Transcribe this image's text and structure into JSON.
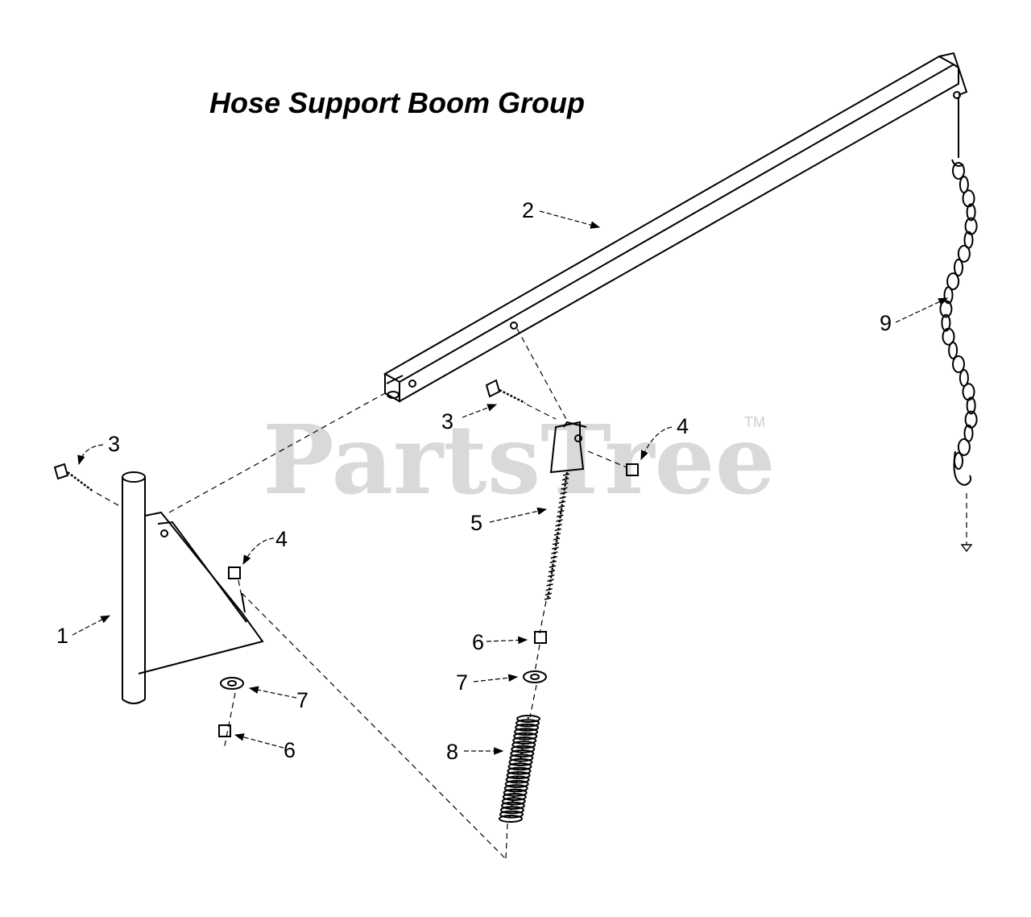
{
  "title": "Hose Support Boom Group",
  "watermark": "PartsTree",
  "watermark_mark": "TM",
  "callouts": [
    {
      "id": "c1",
      "label": "1"
    },
    {
      "id": "c2",
      "label": "2"
    },
    {
      "id": "c3a",
      "label": "3"
    },
    {
      "id": "c3b",
      "label": "3"
    },
    {
      "id": "c4a",
      "label": "4"
    },
    {
      "id": "c4b",
      "label": "4"
    },
    {
      "id": "c5",
      "label": "5"
    },
    {
      "id": "c6a",
      "label": "6"
    },
    {
      "id": "c6b",
      "label": "6"
    },
    {
      "id": "c7a",
      "label": "7"
    },
    {
      "id": "c7b",
      "label": "7"
    },
    {
      "id": "c8",
      "label": "8"
    },
    {
      "id": "c9",
      "label": "9"
    }
  ]
}
